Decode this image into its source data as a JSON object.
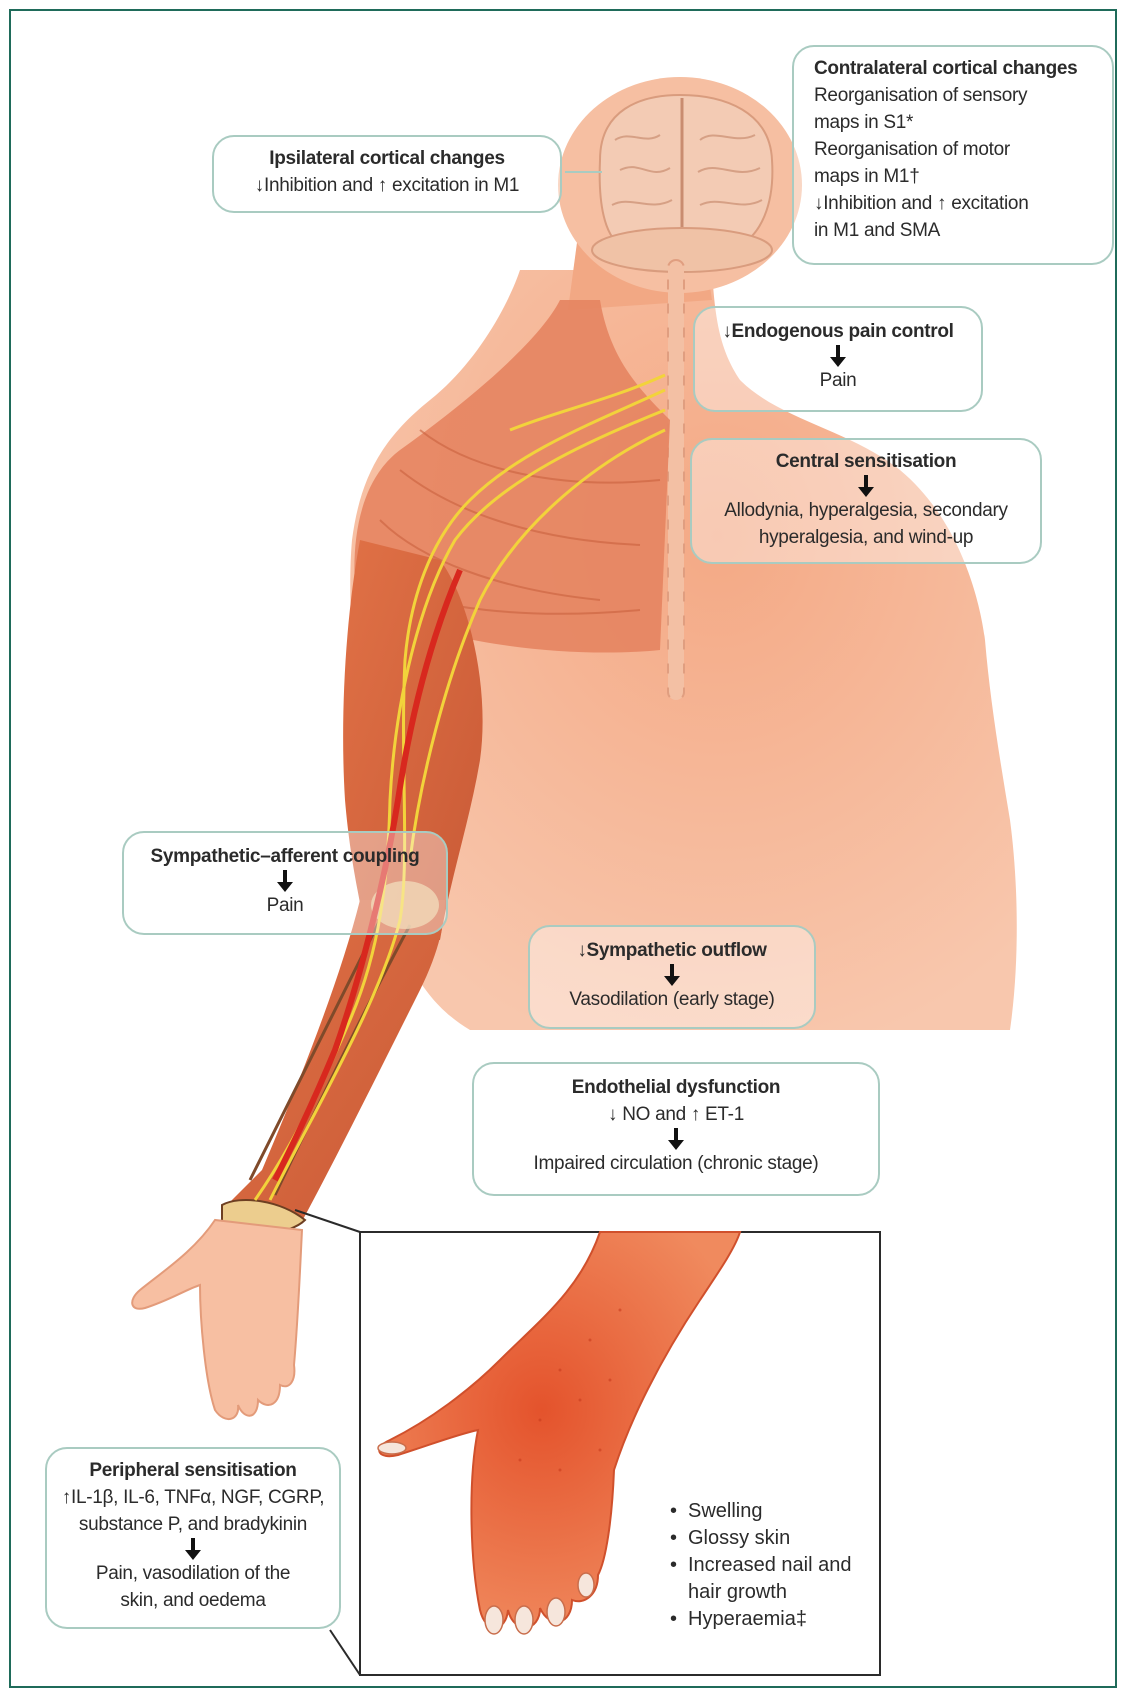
{
  "boxes": {
    "ipsilateral": {
      "title": "Ipsilateral cortical changes",
      "lines": [
        "↓Inhibition and ↑ excitation in M1"
      ]
    },
    "contralateral": {
      "title": "Contralateral cortical changes",
      "lines": [
        "Reorganisation of sensory",
        "maps in S1*",
        "Reorganisation of motor",
        "maps in M1†",
        "↓Inhibition and ↑ excitation",
        "in M1 and SMA"
      ]
    },
    "endogenous": {
      "title": "↓Endogenous pain control",
      "result": "Pain"
    },
    "central": {
      "title": "Central sensitisation",
      "result_lines": [
        "Allodynia, hyperalgesia, secondary",
        "hyperalgesia, and wind-up"
      ]
    },
    "sympathetic_afferent": {
      "title": "Sympathetic–afferent coupling",
      "result": "Pain"
    },
    "sympathetic_outflow": {
      "title": "↓Sympathetic outflow",
      "result": "Vasodilation (early stage)"
    },
    "endothelial": {
      "title": "Endothelial dysfunction",
      "subtitle": "↓ NO and ↑ ET-1",
      "result": "Impaired circulation (chronic stage)"
    },
    "peripheral": {
      "title": "Peripheral sensitisation",
      "lines": [
        "↑IL-1β, IL-6, TNFα, NGF, CGRP,",
        "substance P, and bradykinin"
      ],
      "result_lines": [
        "Pain, vasodilation of the",
        "skin, and oedema"
      ]
    }
  },
  "symptoms": [
    "Swelling",
    "Glossy skin",
    "Increased nail and",
    "hair growth",
    "Hyperaemia‡"
  ],
  "colors": {
    "frame": "#1f6b5a",
    "box_border": "#a9cbc1",
    "skin": "#f6b99a",
    "muscle": "#e27a52",
    "nerve": "#f2d33b",
    "artery": "#d8281e",
    "inflamed_hand": "#ea6a3c"
  }
}
